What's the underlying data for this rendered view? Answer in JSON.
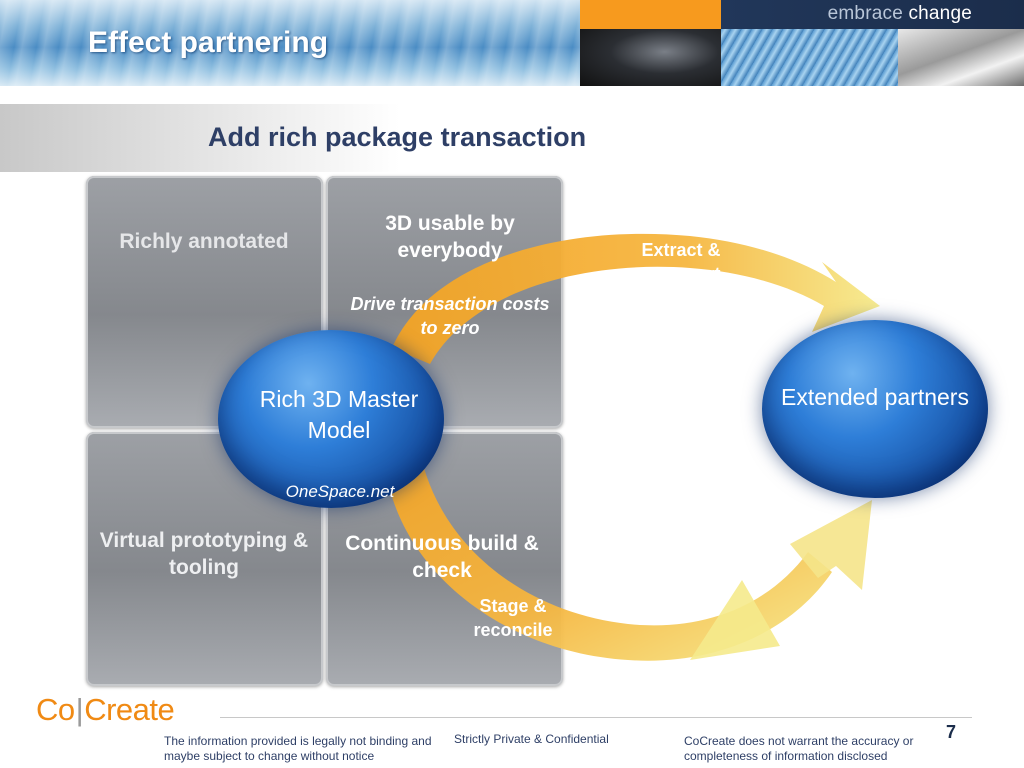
{
  "header": {
    "deck_title": "Effect partnering",
    "tagline_part1": "embrace",
    "tagline_part2": "change"
  },
  "slide": {
    "subtitle": "Add rich package transaction"
  },
  "grid": {
    "richly_annotated": "Richly annotated",
    "usable_by_everybody": "3D usable by everybody",
    "drive_transaction": "Drive transaction costs to zero",
    "virtual_prototyping": "Virtual prototyping & tooling",
    "continuous_build": "Continuous build & check"
  },
  "cycle": {
    "extract_transport": "Extract & transport",
    "stage_reconcile": "Stage & reconcile",
    "master_model": "Rich 3D Master Model",
    "onespace": "OneSpace.net",
    "extended_partners": "Extended partners"
  },
  "colors": {
    "title_navy": "#2e3f66",
    "accent_orange": "#f79a1e",
    "sphere_blue": "#1f65c2"
  },
  "footer": {
    "logo_left": "Co",
    "logo_sep": "|",
    "logo_right": "Create",
    "disclaimer_left": "The information provided is legally not binding and maybe subject to change without notice",
    "confidential": "Strictly Private & Confidential",
    "disclaimer_right": "CoCreate does not warrant the accuracy or completeness of information disclosed",
    "page_number": "7"
  }
}
